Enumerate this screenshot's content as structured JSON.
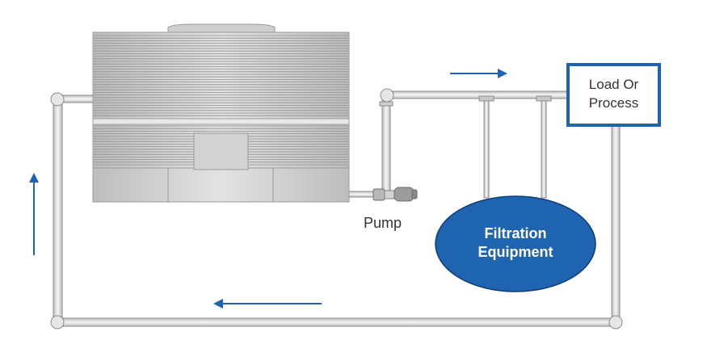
{
  "labels": {
    "load_line1": "Load Or",
    "load_line2": "Process",
    "pump": "Pump",
    "filtration_line1": "Filtration",
    "filtration_line2": "Equipment"
  },
  "icons": {
    "flow_arrow": "flow-arrow-icon",
    "pump": "pump-icon",
    "tank": "cooling-tower-tank-icon"
  },
  "colors": {
    "accent_blue": "#1f64b0",
    "filtration_fill": "#1f64b0",
    "pipe_fill": "#e9e9e9",
    "pipe_stroke": "#8c8c8c",
    "tank_fill": "#d6d6d6",
    "tank_stroke": "#9a9a9a",
    "text_dark": "#333333"
  }
}
